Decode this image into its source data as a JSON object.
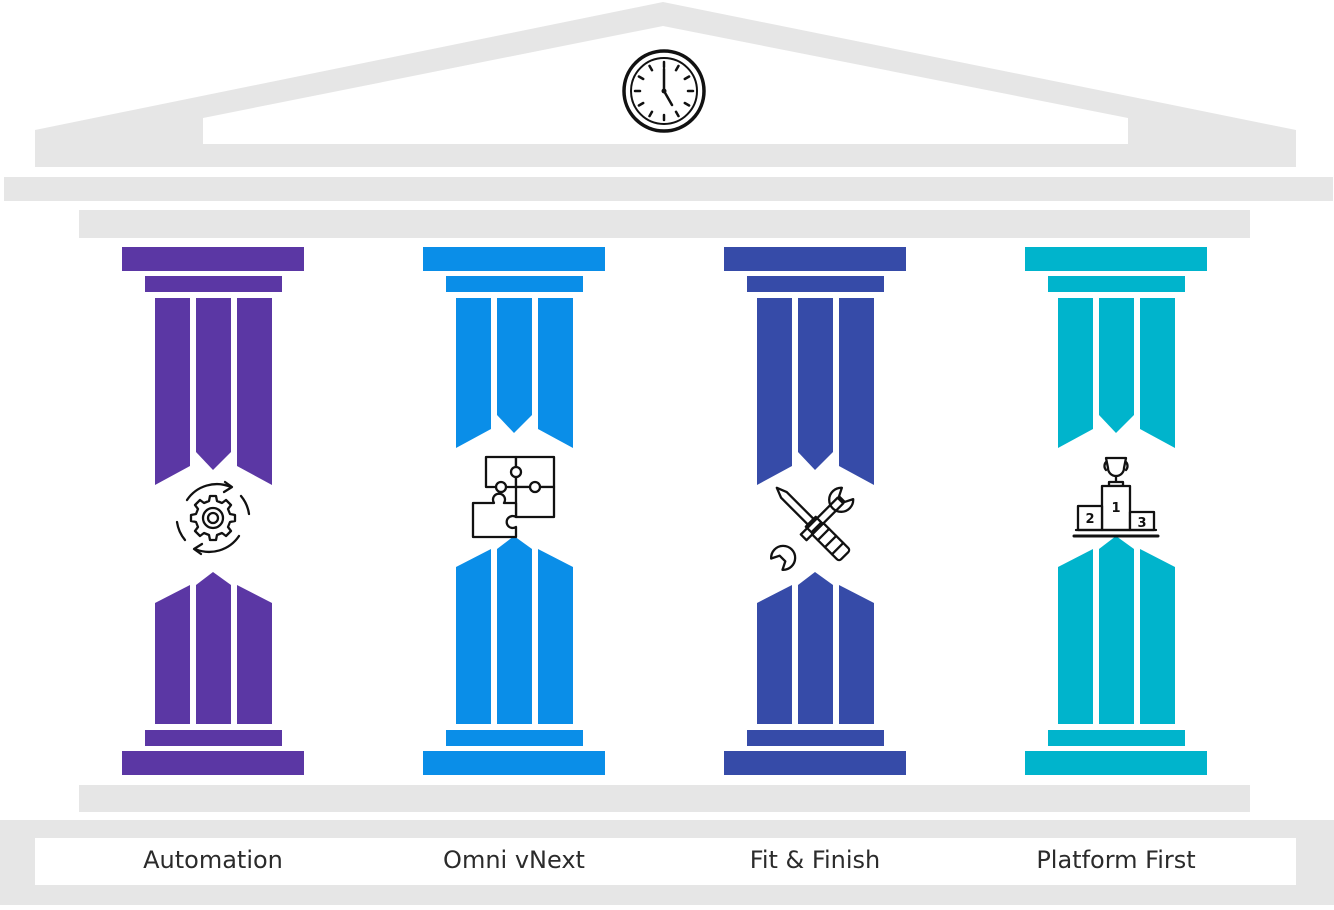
{
  "diagram": {
    "roof_icon": "clock-icon",
    "structure_color": "#e6e6e6",
    "pillars": [
      {
        "label": "Automation",
        "color": "#5b37a4",
        "icon": "gear-cycle-icon"
      },
      {
        "label": "Omni vNext",
        "color": "#0a8ee8",
        "icon": "puzzle-icon"
      },
      {
        "label": "Fit & Finish",
        "color": "#364ba8",
        "icon": "wrench-screwdriver-icon"
      },
      {
        "label": "Platform First",
        "color": "#00b4cc",
        "icon": "podium-trophy-icon"
      }
    ]
  }
}
